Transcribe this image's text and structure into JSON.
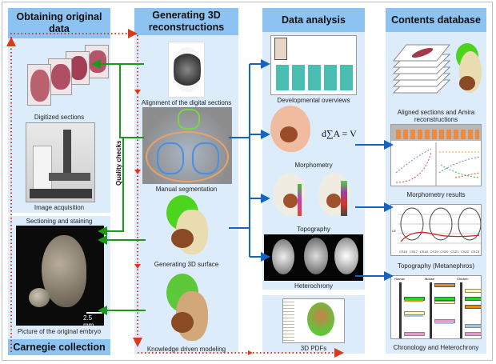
{
  "columns": [
    {
      "title": "Obtaining original data",
      "footer": "Carnegie collection",
      "items": [
        {
          "caption": "Digitized sections",
          "icon": "histology-sections-image"
        },
        {
          "caption": "Image acquisition",
          "icon": "microscope-image"
        },
        {
          "caption": "Sectioning and staining",
          "icon": "none"
        },
        {
          "caption": "Picture of the original embryo",
          "icon": "embryo-photo",
          "scale_bar": "2.5 mm"
        }
      ]
    },
    {
      "title": "Generating 3D reconstructions",
      "items": [
        {
          "caption": "Alignment of the digital sections",
          "icon": "aligned-section-image"
        },
        {
          "caption": "Manual segmentation",
          "icon": "segmented-section-image"
        },
        {
          "caption": "Generating 3D surface",
          "icon": "3d-surface-embryo"
        },
        {
          "caption": "Knowledge driven modeling",
          "icon": "modeled-embryo"
        }
      ]
    },
    {
      "title": "Data analysis",
      "items": [
        {
          "caption": "Developmental overviews",
          "icon": "lung-overview-image"
        },
        {
          "caption": "Morphometry",
          "icon": "morphometry-embryo",
          "formula": "d∑A = V"
        },
        {
          "caption": "Topography",
          "icon": "topography-embryos"
        },
        {
          "caption": "Heterochrony",
          "icon": "heterochrony-embryos"
        },
        {
          "caption": "3D PDFs",
          "icon": "3d-pdf-screenshot"
        }
      ]
    },
    {
      "title": "Contents database",
      "items": [
        {
          "caption": "Aligned sections and Amira reconstructions",
          "caption_lines": [
            "Aligned sections and Amira",
            "reconstructions"
          ],
          "icon": "stacked-sections-image"
        },
        {
          "caption": "Morphometry results",
          "icon": "morphometry-charts"
        },
        {
          "caption": "Topography (Metanephros)",
          "icon": "topography-chart",
          "axis_ticks": [
            "CS16",
            "CS17",
            "CS18",
            "CS19",
            "CS20",
            "CS21",
            "CS22",
            "CS23"
          ],
          "y_label": "L5"
        },
        {
          "caption": "Chronology and Heterochrony",
          "icon": "chronology-chart",
          "species": [
            "Human",
            "Mouse",
            "Chicken"
          ]
        }
      ]
    }
  ],
  "labels": {
    "quality_checks": "Quality checks"
  },
  "colors": {
    "column_bg": "#ddecfb",
    "header_bg": "#8cc3f3",
    "feedback_arrow": "#1a9a1a",
    "flow_arrow": "#1565c0",
    "dotted_arrow": "#d83a1e"
  }
}
